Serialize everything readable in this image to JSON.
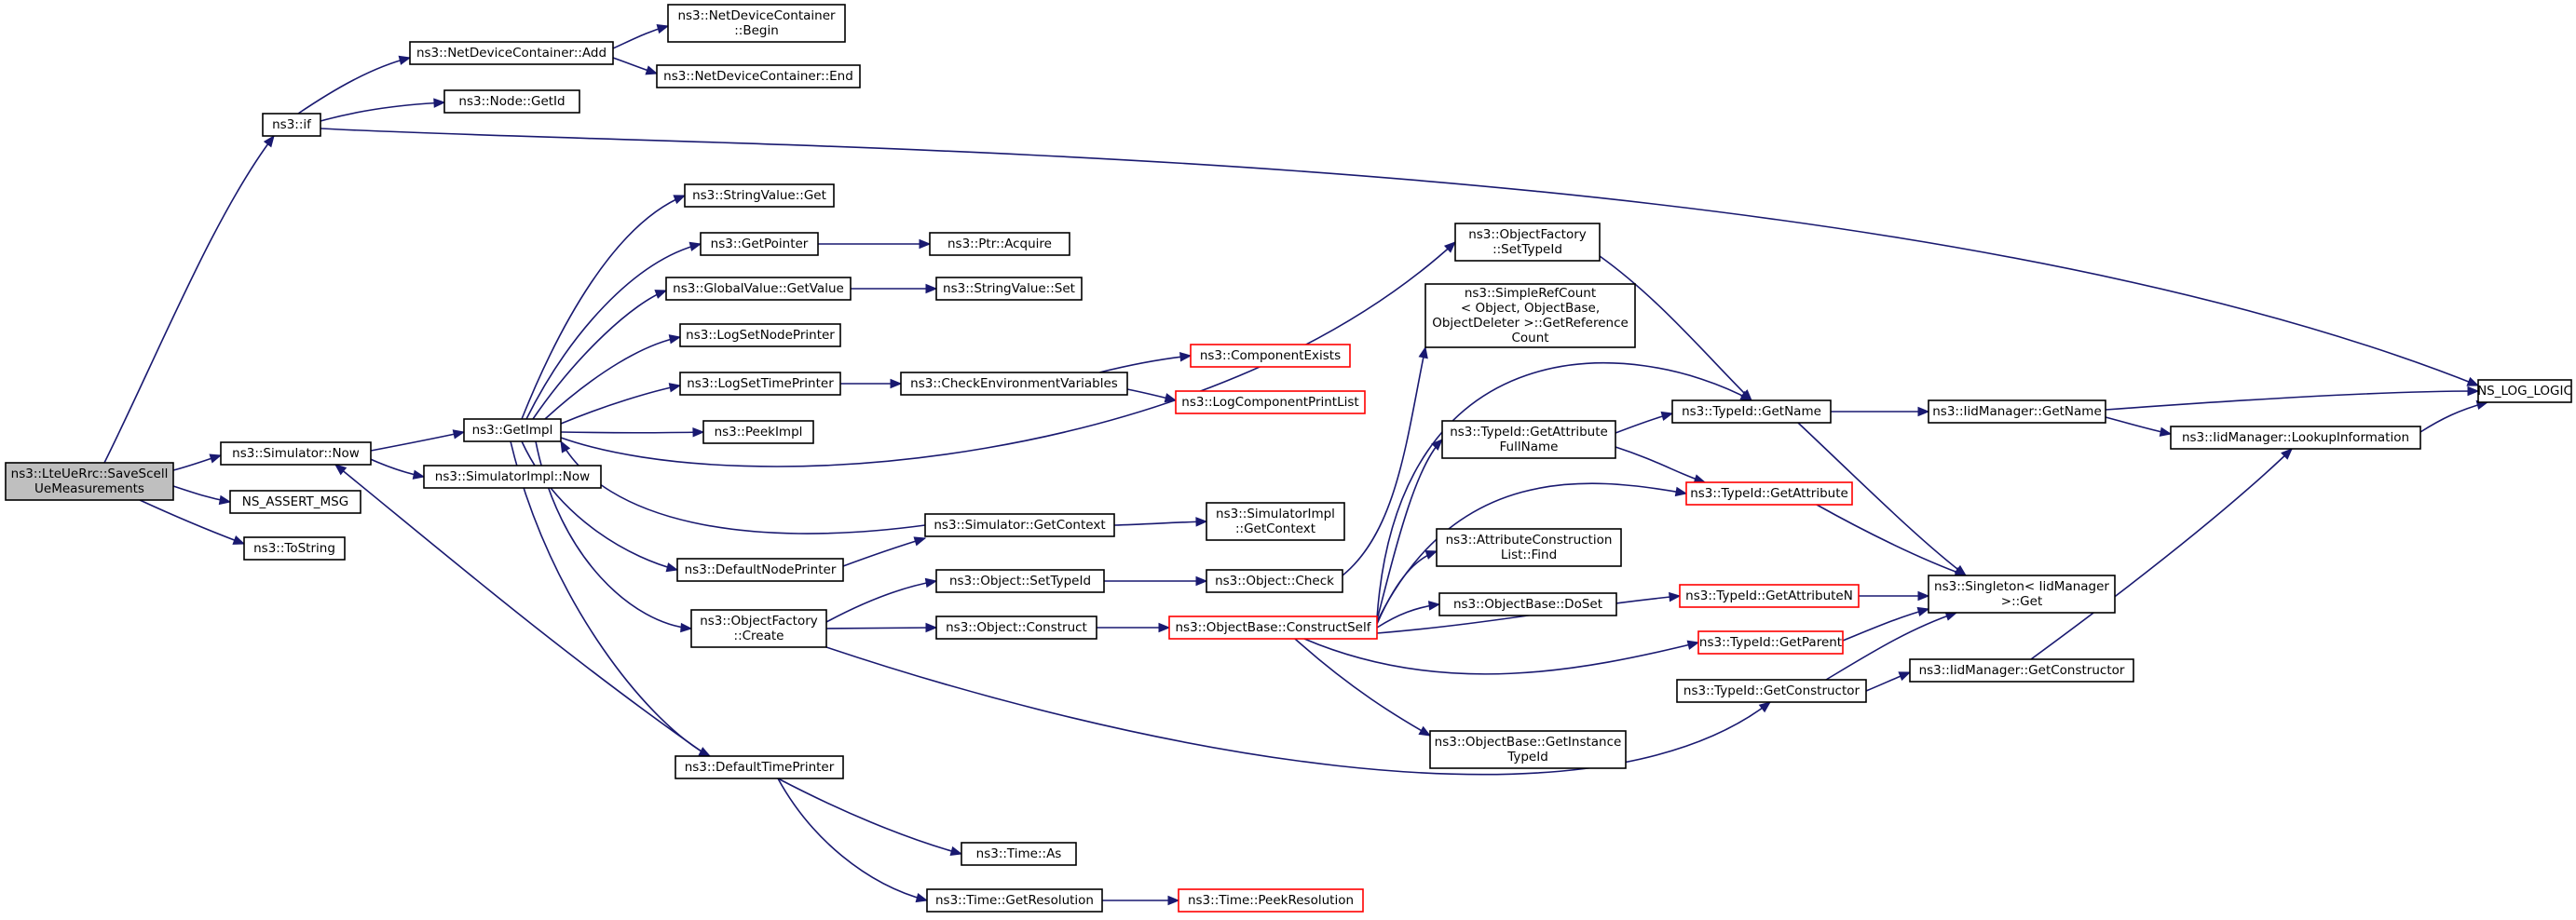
{
  "nodes": [
    {
      "id": "root",
      "lines": [
        "ns3::LteUeRrc::SaveScell",
        "UeMeasurements"
      ],
      "kind": "root",
      "link": false
    },
    {
      "id": "if",
      "lines": [
        "ns3::if"
      ],
      "kind": "normal",
      "link": true
    },
    {
      "id": "sim_now",
      "lines": [
        "ns3::Simulator::Now"
      ],
      "kind": "normal",
      "link": true
    },
    {
      "id": "assert",
      "lines": [
        "NS_ASSERT_MSG"
      ],
      "kind": "normal",
      "link": true
    },
    {
      "id": "tostring",
      "lines": [
        "ns3::ToString"
      ],
      "kind": "normal",
      "link": true
    },
    {
      "id": "ndc_add",
      "lines": [
        "ns3::NetDeviceContainer::Add"
      ],
      "kind": "normal",
      "link": true
    },
    {
      "id": "node_getid",
      "lines": [
        "ns3::Node::GetId"
      ],
      "kind": "normal",
      "link": true
    },
    {
      "id": "ndc_begin",
      "lines": [
        "ns3::NetDeviceContainer",
        "::Begin"
      ],
      "kind": "normal",
      "link": true
    },
    {
      "id": "ndc_end",
      "lines": [
        "ns3::NetDeviceContainer::End"
      ],
      "kind": "normal",
      "link": true
    },
    {
      "id": "getimpl",
      "lines": [
        "ns3::GetImpl"
      ],
      "kind": "normal",
      "link": true
    },
    {
      "id": "simimpl_now",
      "lines": [
        "ns3::SimulatorImpl::Now"
      ],
      "kind": "normal",
      "link": true
    },
    {
      "id": "sv_get",
      "lines": [
        "ns3::StringValue::Get"
      ],
      "kind": "normal",
      "link": true
    },
    {
      "id": "getpointer",
      "lines": [
        "ns3::GetPointer"
      ],
      "kind": "normal",
      "link": true
    },
    {
      "id": "gv_getvalue",
      "lines": [
        "ns3::GlobalValue::GetValue"
      ],
      "kind": "normal",
      "link": true
    },
    {
      "id": "lognodeprinter",
      "lines": [
        "ns3::LogSetNodePrinter"
      ],
      "kind": "normal",
      "link": true
    },
    {
      "id": "logtimeprinter",
      "lines": [
        "ns3::LogSetTimePrinter"
      ],
      "kind": "normal",
      "link": true
    },
    {
      "id": "peekimpl",
      "lines": [
        "ns3::PeekImpl"
      ],
      "kind": "normal",
      "link": true
    },
    {
      "id": "defnodeprinter",
      "lines": [
        "ns3::DefaultNodePrinter"
      ],
      "kind": "normal",
      "link": true
    },
    {
      "id": "of_create",
      "lines": [
        "ns3::ObjectFactory",
        "::Create"
      ],
      "kind": "normal",
      "link": true
    },
    {
      "id": "deftimeprinter",
      "lines": [
        "ns3::DefaultTimePrinter"
      ],
      "kind": "normal",
      "link": true
    },
    {
      "id": "ptr_acquire",
      "lines": [
        "ns3::Ptr::Acquire"
      ],
      "kind": "normal",
      "link": true
    },
    {
      "id": "sv_set",
      "lines": [
        "ns3::StringValue::Set"
      ],
      "kind": "normal",
      "link": true
    },
    {
      "id": "checkenv",
      "lines": [
        "ns3::CheckEnvironmentVariables"
      ],
      "kind": "normal",
      "link": true
    },
    {
      "id": "compexists",
      "lines": [
        "ns3::ComponentExists"
      ],
      "kind": "truncated",
      "link": true
    },
    {
      "id": "logcompprint",
      "lines": [
        "ns3::LogComponentPrintList"
      ],
      "kind": "truncated",
      "link": true
    },
    {
      "id": "sim_getcontext",
      "lines": [
        "ns3::Simulator::GetContext"
      ],
      "kind": "normal",
      "link": true
    },
    {
      "id": "simimpl_getcontext",
      "lines": [
        "ns3::SimulatorImpl",
        "::GetContext"
      ],
      "kind": "normal",
      "link": true
    },
    {
      "id": "obj_settypeid",
      "lines": [
        "ns3::Object::SetTypeId"
      ],
      "kind": "normal",
      "link": true
    },
    {
      "id": "obj_construct",
      "lines": [
        "ns3::Object::Construct"
      ],
      "kind": "normal",
      "link": true
    },
    {
      "id": "obj_check",
      "lines": [
        "ns3::Object::Check"
      ],
      "kind": "normal",
      "link": true
    },
    {
      "id": "ob_constructself",
      "lines": [
        "ns3::ObjectBase::ConstructSelf"
      ],
      "kind": "truncated",
      "link": true
    },
    {
      "id": "time_as",
      "lines": [
        "ns3::Time::As"
      ],
      "kind": "normal",
      "link": true
    },
    {
      "id": "time_getres",
      "lines": [
        "ns3::Time::GetResolution"
      ],
      "kind": "normal",
      "link": true
    },
    {
      "id": "time_peekres",
      "lines": [
        "ns3::Time::PeekResolution"
      ],
      "kind": "truncated",
      "link": true
    },
    {
      "id": "of_settypeid",
      "lines": [
        "ns3::ObjectFactory",
        "::SetTypeId"
      ],
      "kind": "normal",
      "link": true
    },
    {
      "id": "srefcount",
      "lines": [
        "ns3::SimpleRefCount",
        "< Object, ObjectBase,",
        "ObjectDeleter >::GetReference",
        "Count"
      ],
      "kind": "normal",
      "link": true
    },
    {
      "id": "tid_getattrfullname",
      "lines": [
        "ns3::TypeId::GetAttribute",
        "FullName"
      ],
      "kind": "normal",
      "link": true
    },
    {
      "id": "acl_find",
      "lines": [
        "ns3::AttributeConstruction",
        "List::Find"
      ],
      "kind": "normal",
      "link": true
    },
    {
      "id": "ob_doset",
      "lines": [
        "ns3::ObjectBase::DoSet"
      ],
      "kind": "normal",
      "link": true
    },
    {
      "id": "ob_getinsttid",
      "lines": [
        "ns3::ObjectBase::GetInstance",
        "TypeId"
      ],
      "kind": "normal",
      "link": true
    },
    {
      "id": "tid_getname",
      "lines": [
        "ns3::TypeId::GetName"
      ],
      "kind": "normal",
      "link": true
    },
    {
      "id": "tid_getattr",
      "lines": [
        "ns3::TypeId::GetAttribute"
      ],
      "kind": "truncated",
      "link": true
    },
    {
      "id": "tid_getattrn",
      "lines": [
        "ns3::TypeId::GetAttributeN"
      ],
      "kind": "truncated",
      "link": true
    },
    {
      "id": "tid_getparent",
      "lines": [
        "ns3::TypeId::GetParent"
      ],
      "kind": "truncated",
      "link": true
    },
    {
      "id": "tid_getctor",
      "lines": [
        "ns3::TypeId::GetConstructor"
      ],
      "kind": "normal",
      "link": true
    },
    {
      "id": "iid_getname",
      "lines": [
        "ns3::IidManager::GetName"
      ],
      "kind": "normal",
      "link": true
    },
    {
      "id": "singleton_get",
      "lines": [
        "ns3::Singleton< IidManager",
        ">::Get"
      ],
      "kind": "normal",
      "link": true
    },
    {
      "id": "iid_getctor",
      "lines": [
        "ns3::IidManager::GetConstructor"
      ],
      "kind": "normal",
      "link": true
    },
    {
      "id": "iid_lookup",
      "lines": [
        "ns3::IidManager::LookupInformation"
      ],
      "kind": "normal",
      "link": true
    },
    {
      "id": "ns_log_logic",
      "lines": [
        "NS_LOG_LOGIC"
      ],
      "kind": "normal",
      "link": true
    }
  ],
  "edges": [
    {
      "from": "root",
      "to": "if"
    },
    {
      "from": "root",
      "to": "sim_now"
    },
    {
      "from": "root",
      "to": "assert"
    },
    {
      "from": "root",
      "to": "tostring"
    },
    {
      "from": "if",
      "to": "ndc_add"
    },
    {
      "from": "if",
      "to": "node_getid"
    },
    {
      "from": "if",
      "to": "ns_log_logic"
    },
    {
      "from": "ndc_add",
      "to": "ndc_begin"
    },
    {
      "from": "ndc_add",
      "to": "ndc_end"
    },
    {
      "from": "sim_now",
      "to": "getimpl"
    },
    {
      "from": "sim_now",
      "to": "simimpl_now"
    },
    {
      "from": "getimpl",
      "to": "sv_get"
    },
    {
      "from": "getimpl",
      "to": "getpointer"
    },
    {
      "from": "getimpl",
      "to": "gv_getvalue"
    },
    {
      "from": "getimpl",
      "to": "lognodeprinter"
    },
    {
      "from": "getimpl",
      "to": "logtimeprinter"
    },
    {
      "from": "getimpl",
      "to": "peekimpl"
    },
    {
      "from": "getimpl",
      "to": "defnodeprinter"
    },
    {
      "from": "getimpl",
      "to": "of_create"
    },
    {
      "from": "getimpl",
      "to": "deftimeprinter"
    },
    {
      "from": "getimpl",
      "to": "of_settypeid"
    },
    {
      "from": "getpointer",
      "to": "ptr_acquire"
    },
    {
      "from": "gv_getvalue",
      "to": "sv_set"
    },
    {
      "from": "logtimeprinter",
      "to": "checkenv"
    },
    {
      "from": "checkenv",
      "to": "compexists"
    },
    {
      "from": "checkenv",
      "to": "logcompprint"
    },
    {
      "from": "sim_getcontext",
      "to": "getimpl"
    },
    {
      "from": "sim_getcontext",
      "to": "simimpl_getcontext"
    },
    {
      "from": "defnodeprinter",
      "to": "sim_getcontext"
    },
    {
      "from": "deftimeprinter",
      "to": "sim_now"
    },
    {
      "from": "deftimeprinter",
      "to": "time_as"
    },
    {
      "from": "deftimeprinter",
      "to": "time_getres"
    },
    {
      "from": "time_getres",
      "to": "time_peekres"
    },
    {
      "from": "of_create",
      "to": "obj_settypeid"
    },
    {
      "from": "of_create",
      "to": "obj_construct"
    },
    {
      "from": "of_create",
      "to": "tid_getctor"
    },
    {
      "from": "obj_settypeid",
      "to": "obj_check"
    },
    {
      "from": "obj_check",
      "to": "srefcount"
    },
    {
      "from": "obj_construct",
      "to": "ob_constructself"
    },
    {
      "from": "ob_constructself",
      "to": "tid_getattrfullname"
    },
    {
      "from": "ob_constructself",
      "to": "acl_find"
    },
    {
      "from": "ob_constructself",
      "to": "ob_doset"
    },
    {
      "from": "ob_constructself",
      "to": "ob_getinsttid"
    },
    {
      "from": "ob_constructself",
      "to": "tid_getattr"
    },
    {
      "from": "ob_constructself",
      "to": "tid_getattrn"
    },
    {
      "from": "ob_constructself",
      "to": "tid_getparent"
    },
    {
      "from": "ob_constructself",
      "to": "tid_getname"
    },
    {
      "from": "of_settypeid",
      "to": "tid_getname"
    },
    {
      "from": "tid_getattrfullname",
      "to": "tid_getname"
    },
    {
      "from": "tid_getattrfullname",
      "to": "tid_getattr"
    },
    {
      "from": "tid_getname",
      "to": "iid_getname"
    },
    {
      "from": "tid_getname",
      "to": "singleton_get"
    },
    {
      "from": "tid_getattr",
      "to": "singleton_get"
    },
    {
      "from": "tid_getattrn",
      "to": "singleton_get"
    },
    {
      "from": "tid_getparent",
      "to": "singleton_get"
    },
    {
      "from": "tid_getctor",
      "to": "singleton_get"
    },
    {
      "from": "tid_getctor",
      "to": "iid_getctor"
    },
    {
      "from": "iid_getname",
      "to": "ns_log_logic"
    },
    {
      "from": "iid_getname",
      "to": "iid_lookup"
    },
    {
      "from": "iid_getctor",
      "to": "iid_lookup"
    },
    {
      "from": "iid_lookup",
      "to": "ns_log_logic"
    }
  ]
}
